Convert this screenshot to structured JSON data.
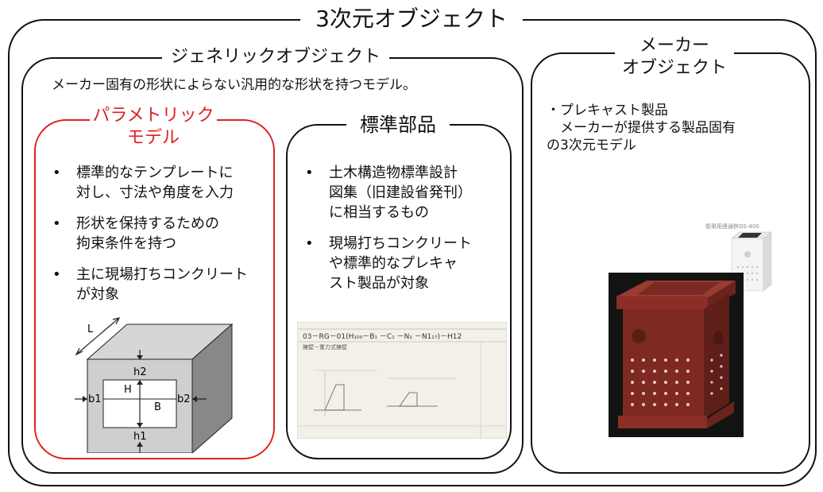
{
  "main": {
    "title": "3次元オブジェクト"
  },
  "generic": {
    "title": "ジェネリックオブジェクト",
    "description": "メーカー固有の形状によらない汎用的な形状を持つモデル。"
  },
  "parametric": {
    "title_line1": "パラメトリック",
    "title_line2": "モデル",
    "bullets": [
      {
        "l1": "標準的なテンプレートに",
        "l2": "対し、寸法や角度を入力"
      },
      {
        "l1": "形状を保持するための",
        "l2": "拘束条件を持つ"
      },
      {
        "l1": "主に現場打ちコンクリート",
        "l2": "が対象"
      }
    ],
    "diagram_labels": {
      "L": "L",
      "h2": "h2",
      "H": "H",
      "b1": "b1",
      "B": "B",
      "b2": "b2",
      "h1": "h1"
    }
  },
  "standard": {
    "title": "標準部品",
    "bullets": [
      {
        "l1": "土木構造物標準設計",
        "l2": "図集（旧建設省発刊）",
        "l3": "に相当するもの"
      },
      {
        "l1": "現場打ちコンクリート",
        "l2": "や標準的なプレキャ",
        "l3": "スト製品が対象"
      }
    ],
    "drawing_code": "03－RG－01(H₁₀₀－B₁ －C₁ －N₁ －N1₁₇)－H12",
    "drawing_subtitle": "擁壁－重力式擁壁"
  },
  "maker": {
    "title_line1": "メーカー",
    "title_line2": "オブジェクト",
    "desc_line1": "・プレキャスト製品",
    "desc_line2": "　メーカーが提供する製品固有",
    "desc_line3": "の3次元モデル",
    "product_caption": "街渠用連通桝GS-400"
  },
  "colors": {
    "accent_red": "#e02020",
    "line": "#111111",
    "model_red": "#8a2e26"
  }
}
